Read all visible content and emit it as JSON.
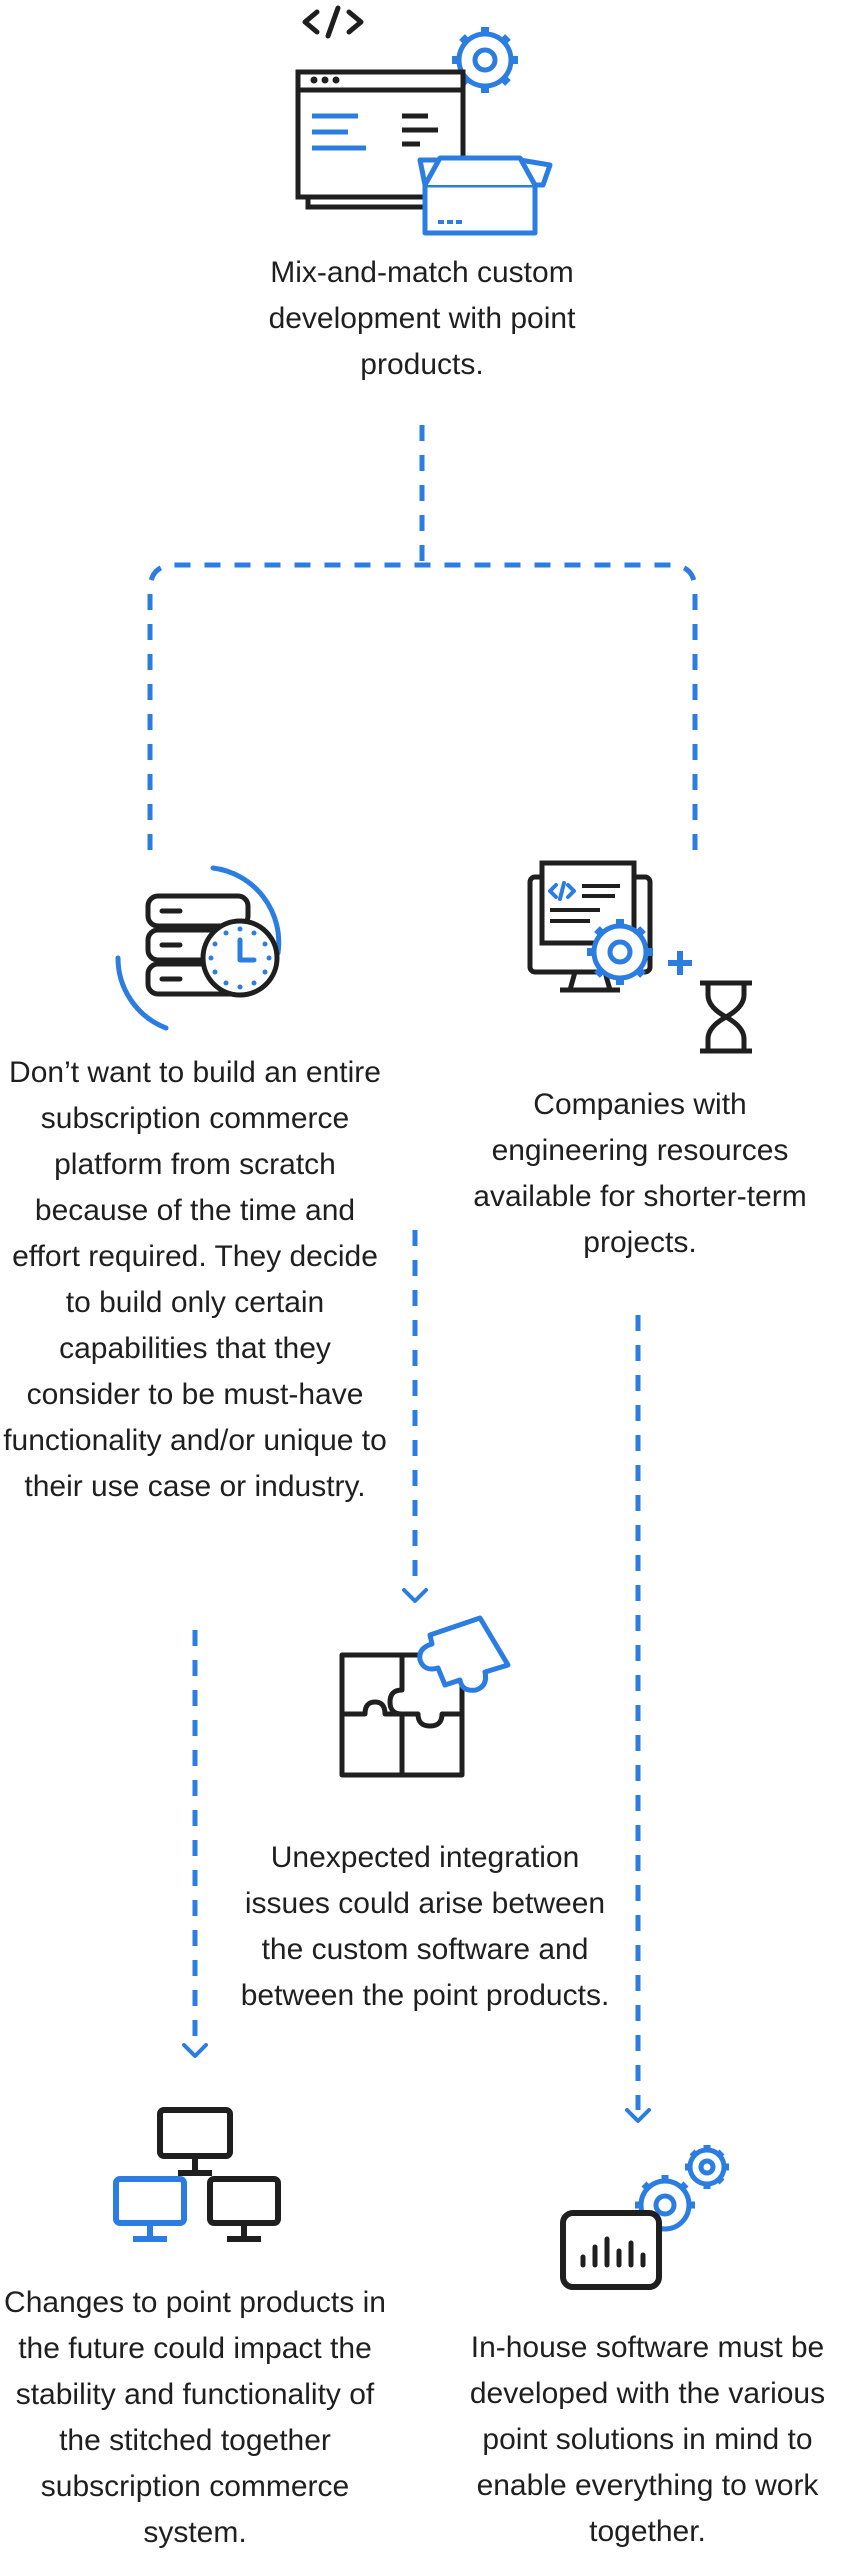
{
  "texts": {
    "top": "Mix-and-match custom development with point products.",
    "left": "Don’t want to build an entire subscription commerce platform from scratch because of the time and effort required. They decide to build only certain capabilities that they consider to be must-have functionality and/or unique to their use case or industry.",
    "right": "Companies with engineering resources available for shorter-term projects.",
    "middle": "Unexpected integration issues could arise between the custom software and between the point products.",
    "bottom_left": "Changes to point products in the future could impact the stability and functionality of the stitched together subscription commerce system.",
    "bottom_right": "In-house software must be developed with the various point solutions in mind to enable everything to work together."
  },
  "icons": {
    "top": "code-window-box-icon",
    "left": "server-clock-icon",
    "right": "computer-gear-hourglass-icon",
    "middle": "puzzle-icon",
    "bottom_left": "network-computers-icon",
    "bottom_right": "dashboard-gears-icon"
  },
  "colors": {
    "accent": "#2b7de1",
    "ink": "#1f1f1f",
    "background": "#ffffff"
  }
}
